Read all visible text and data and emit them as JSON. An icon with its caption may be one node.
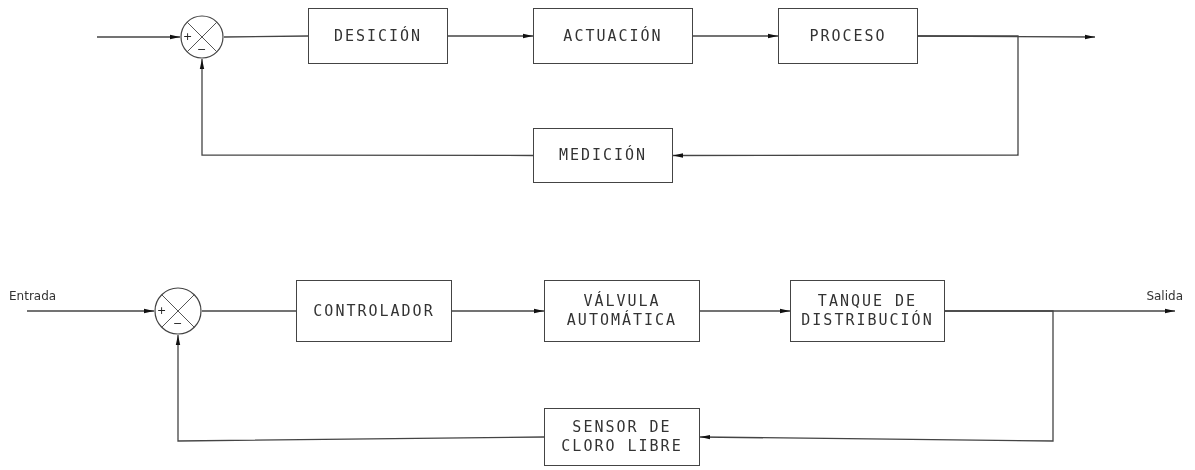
{
  "diagram": {
    "nodes": [
      {
        "text": [
          "+",
          "−"
        ]
      },
      {
        "text": [
          "DESICIÓN"
        ]
      },
      {
        "text": [
          "ACTUACIÓN"
        ]
      },
      {
        "text": [
          "PROCESO"
        ]
      },
      {
        "text": [
          "MEDICIÓN"
        ]
      },
      {
        "text": [
          "+",
          "−"
        ]
      },
      {
        "text": [
          "CONTROLADOR"
        ]
      },
      {
        "text": [
          "VÁLVULA AUTOMÁTICA"
        ]
      },
      {
        "text": [
          "TANQUE DE DISTRIBUCIÓN"
        ]
      },
      {
        "text": [
          "SENSOR DE CLORO LIBRE"
        ]
      }
    ],
    "edges": [
      {
        "from": null,
        "to": 0,
        "arrow": "to"
      },
      {
        "from": 0,
        "to": 1,
        "arrow": "none"
      },
      {
        "from": 1,
        "to": 2,
        "arrow": "to"
      },
      {
        "from": 2,
        "to": 3,
        "arrow": "to"
      },
      {
        "from": 3,
        "to": null,
        "arrow": "to"
      },
      {
        "from": 3,
        "to": 4,
        "arrow": "to"
      },
      {
        "from": 4,
        "to": 0,
        "arrow": "to"
      },
      {
        "from": null,
        "to": 5,
        "arrow": "to",
        "label": "Entrada"
      },
      {
        "from": 5,
        "to": 6,
        "arrow": "none"
      },
      {
        "from": 6,
        "to": 7,
        "arrow": "to"
      },
      {
        "from": 7,
        "to": 8,
        "arrow": "to"
      },
      {
        "from": 8,
        "to": null,
        "arrow": "to",
        "label": "Salida"
      },
      {
        "from": 8,
        "to": 9,
        "arrow": "to"
      },
      {
        "from": 9,
        "to": 5,
        "arrow": "to"
      }
    ]
  }
}
